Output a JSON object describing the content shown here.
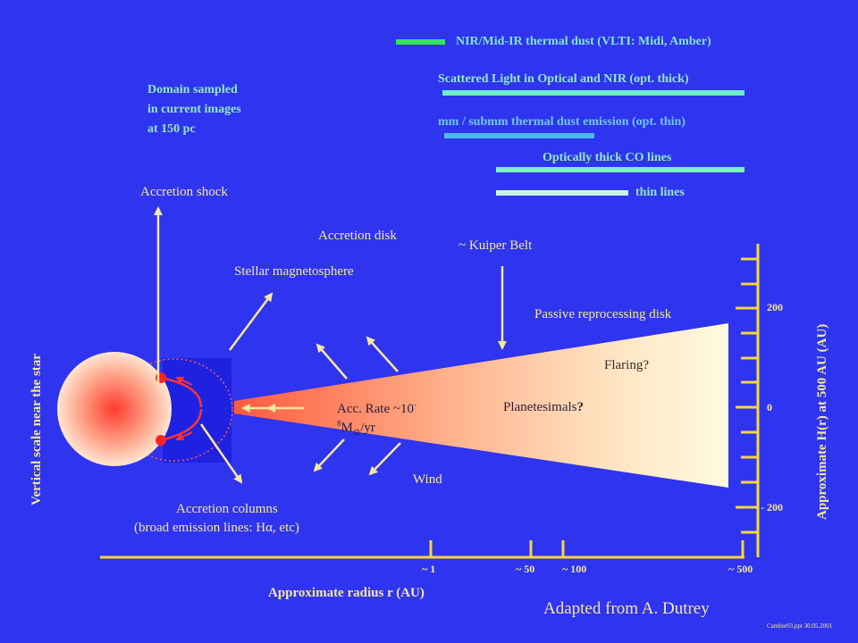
{
  "colors": {
    "background": "#2f34ee",
    "axis": "#f5d63a",
    "label_text": "#f4e99a",
    "bar_nir": "#39e64a",
    "bar_scattered": "#6cf0c8",
    "bar_mm": "#4fb9ee",
    "bar_co_thick": "#7ff0c0",
    "bar_thin": "#c8f5e0",
    "star_center": "#ff3b2f",
    "disk_inner": "#ff5a3c",
    "disk_outer": "#fffbe0"
  },
  "legend": {
    "nir": "NIR/Mid-IR thermal dust (VLTI: Midi, Amber)",
    "scattered": "Scattered Light in Optical and NIR (opt. thick)",
    "mm": "mm / submm thermal dust emission (opt. thin)",
    "co_thick": "Optically thick CO lines",
    "thin": "thin lines"
  },
  "domain_note": [
    "Domain sampled",
    "in current images",
    "at 150 pc"
  ],
  "labels": {
    "accretion_shock": "Accretion shock",
    "accretion_disk": "Accretion disk",
    "kuiper_belt": "~ Kuiper Belt",
    "magnetosphere": "Stellar magnetosphere",
    "passive_disk": "Passive reprocessing disk",
    "flaring": "Flaring?",
    "acc_rate_line1": "Acc. Rate ~10",
    "acc_rate_sup": "-",
    "acc_rate_line2_sup": "8",
    "acc_rate_line2": "M",
    "acc_rate_sun": "⊙",
    "acc_rate_unit": "/yr",
    "planetesimals": "Planetesimals",
    "planetesimals_q": "?",
    "wind": "Wind",
    "columns_line1": "Accretion columns",
    "columns_line2": "(broad emission lines: Hα, etc)",
    "credit": "Adapted from A. Dutrey",
    "footer": "Camber03.ppt  30.05.2001"
  },
  "axes": {
    "x_title": "Approximate radius r (AU)",
    "x_ticks": [
      "~ 1",
      "~ 50",
      "~ 100",
      "~ 500"
    ],
    "y_left_title": "Vertical scale near the star",
    "y_right_title": "Approximate H(r) at  500 AU (AU)",
    "y_ticks": [
      "200",
      "0",
      "- 200"
    ]
  }
}
